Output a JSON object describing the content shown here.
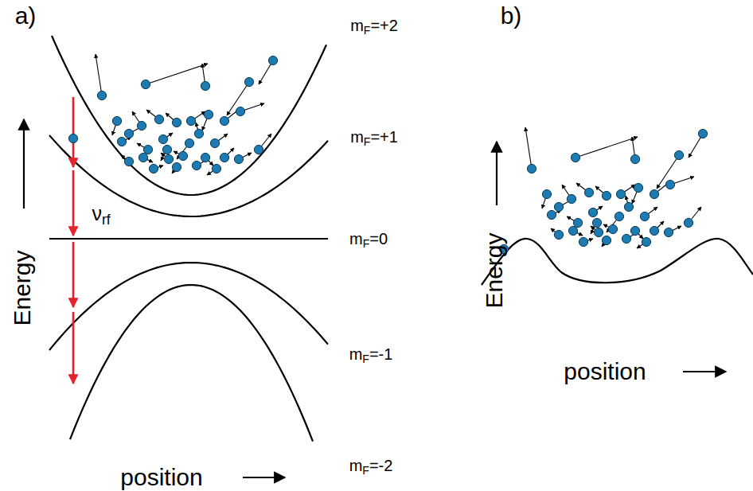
{
  "diagram": {
    "labels": [
      "a)",
      "b)",
      "mF=+2",
      "mF=+1",
      "νrf",
      "mF=0",
      "mF=-1",
      "mF=-2",
      "Energy",
      "position",
      "Energy",
      "position"
    ]
  }
}
